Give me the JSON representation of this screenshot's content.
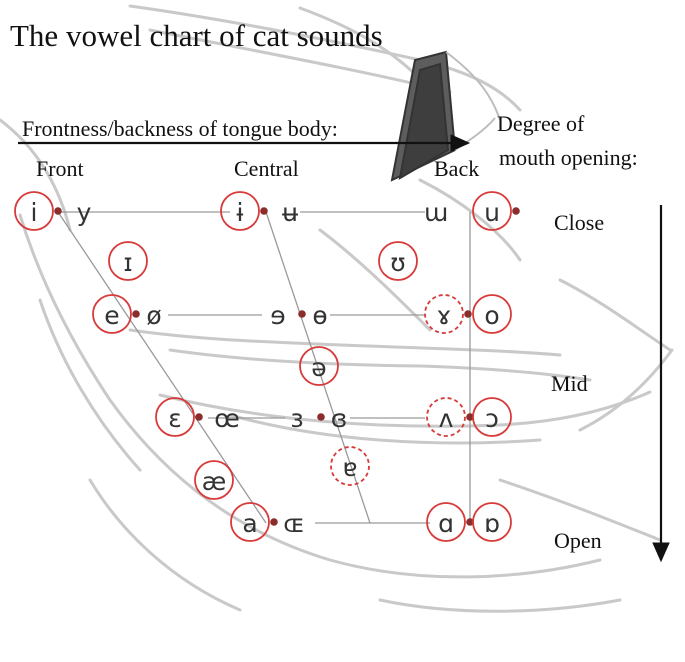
{
  "title": "The vowel chart of cat sounds",
  "horizontal_axis": {
    "label": "Frontness/backness of tongue body:",
    "columns": [
      "Front",
      "Central",
      "Back"
    ]
  },
  "vertical_axis": {
    "label_line1": "Degree of",
    "label_line2": "mouth opening:",
    "rows": [
      "Close",
      "Mid",
      "Open"
    ]
  },
  "colors": {
    "circle": "#d83a3a",
    "dot": "#8b2d2d",
    "line": "#9a9a9a",
    "sketch": "#c9c9c9",
    "arrow": "#111111"
  },
  "vowels": [
    {
      "symbol": "i",
      "circle": "solid"
    },
    {
      "symbol": "y",
      "circle": "none"
    },
    {
      "symbol": "ɨ",
      "circle": "solid"
    },
    {
      "symbol": "ʉ",
      "circle": "none"
    },
    {
      "symbol": "ɯ",
      "circle": "none"
    },
    {
      "symbol": "u",
      "circle": "solid"
    },
    {
      "symbol": "ɪ",
      "circle": "solid"
    },
    {
      "symbol": "ʊ",
      "circle": "solid"
    },
    {
      "symbol": "e",
      "circle": "solid"
    },
    {
      "symbol": "ø",
      "circle": "none"
    },
    {
      "symbol": "ɘ",
      "circle": "none"
    },
    {
      "symbol": "ɵ",
      "circle": "none"
    },
    {
      "symbol": "ɤ",
      "circle": "dashed"
    },
    {
      "symbol": "o",
      "circle": "solid"
    },
    {
      "symbol": "ə",
      "circle": "solid"
    },
    {
      "symbol": "ɛ",
      "circle": "solid"
    },
    {
      "symbol": "œ",
      "circle": "none"
    },
    {
      "symbol": "ɜ",
      "circle": "none"
    },
    {
      "symbol": "ɞ",
      "circle": "none"
    },
    {
      "symbol": "ʌ",
      "circle": "dashed"
    },
    {
      "symbol": "ɔ",
      "circle": "solid"
    },
    {
      "symbol": "æ",
      "circle": "solid"
    },
    {
      "symbol": "ɐ",
      "circle": "dashed"
    },
    {
      "symbol": "a",
      "circle": "solid"
    },
    {
      "symbol": "ɶ",
      "circle": "none"
    },
    {
      "symbol": "ɑ",
      "circle": "solid"
    },
    {
      "symbol": "ɒ",
      "circle": "solid"
    }
  ]
}
